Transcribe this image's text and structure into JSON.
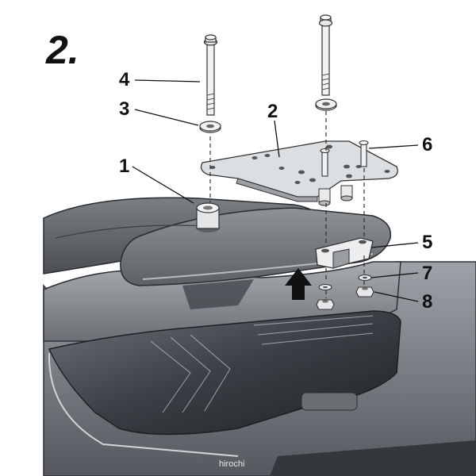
{
  "step_label": "2.",
  "callouts": [
    {
      "id": "1",
      "label": "1"
    },
    {
      "id": "2",
      "label": "2"
    },
    {
      "id": "3",
      "label": "3"
    },
    {
      "id": "4",
      "label": "4"
    },
    {
      "id": "5",
      "label": "5"
    },
    {
      "id": "6",
      "label": "6"
    },
    {
      "id": "7",
      "label": "7"
    },
    {
      "id": "8",
      "label": "8"
    }
  ],
  "watermark": "hirochi",
  "colors": {
    "body_dark": "#5a5e62",
    "body_mid": "#8a8f94",
    "body_light": "#b9bdc1",
    "plate": "#d6d8da",
    "taillight": "#3c4045",
    "text": "#111111"
  }
}
